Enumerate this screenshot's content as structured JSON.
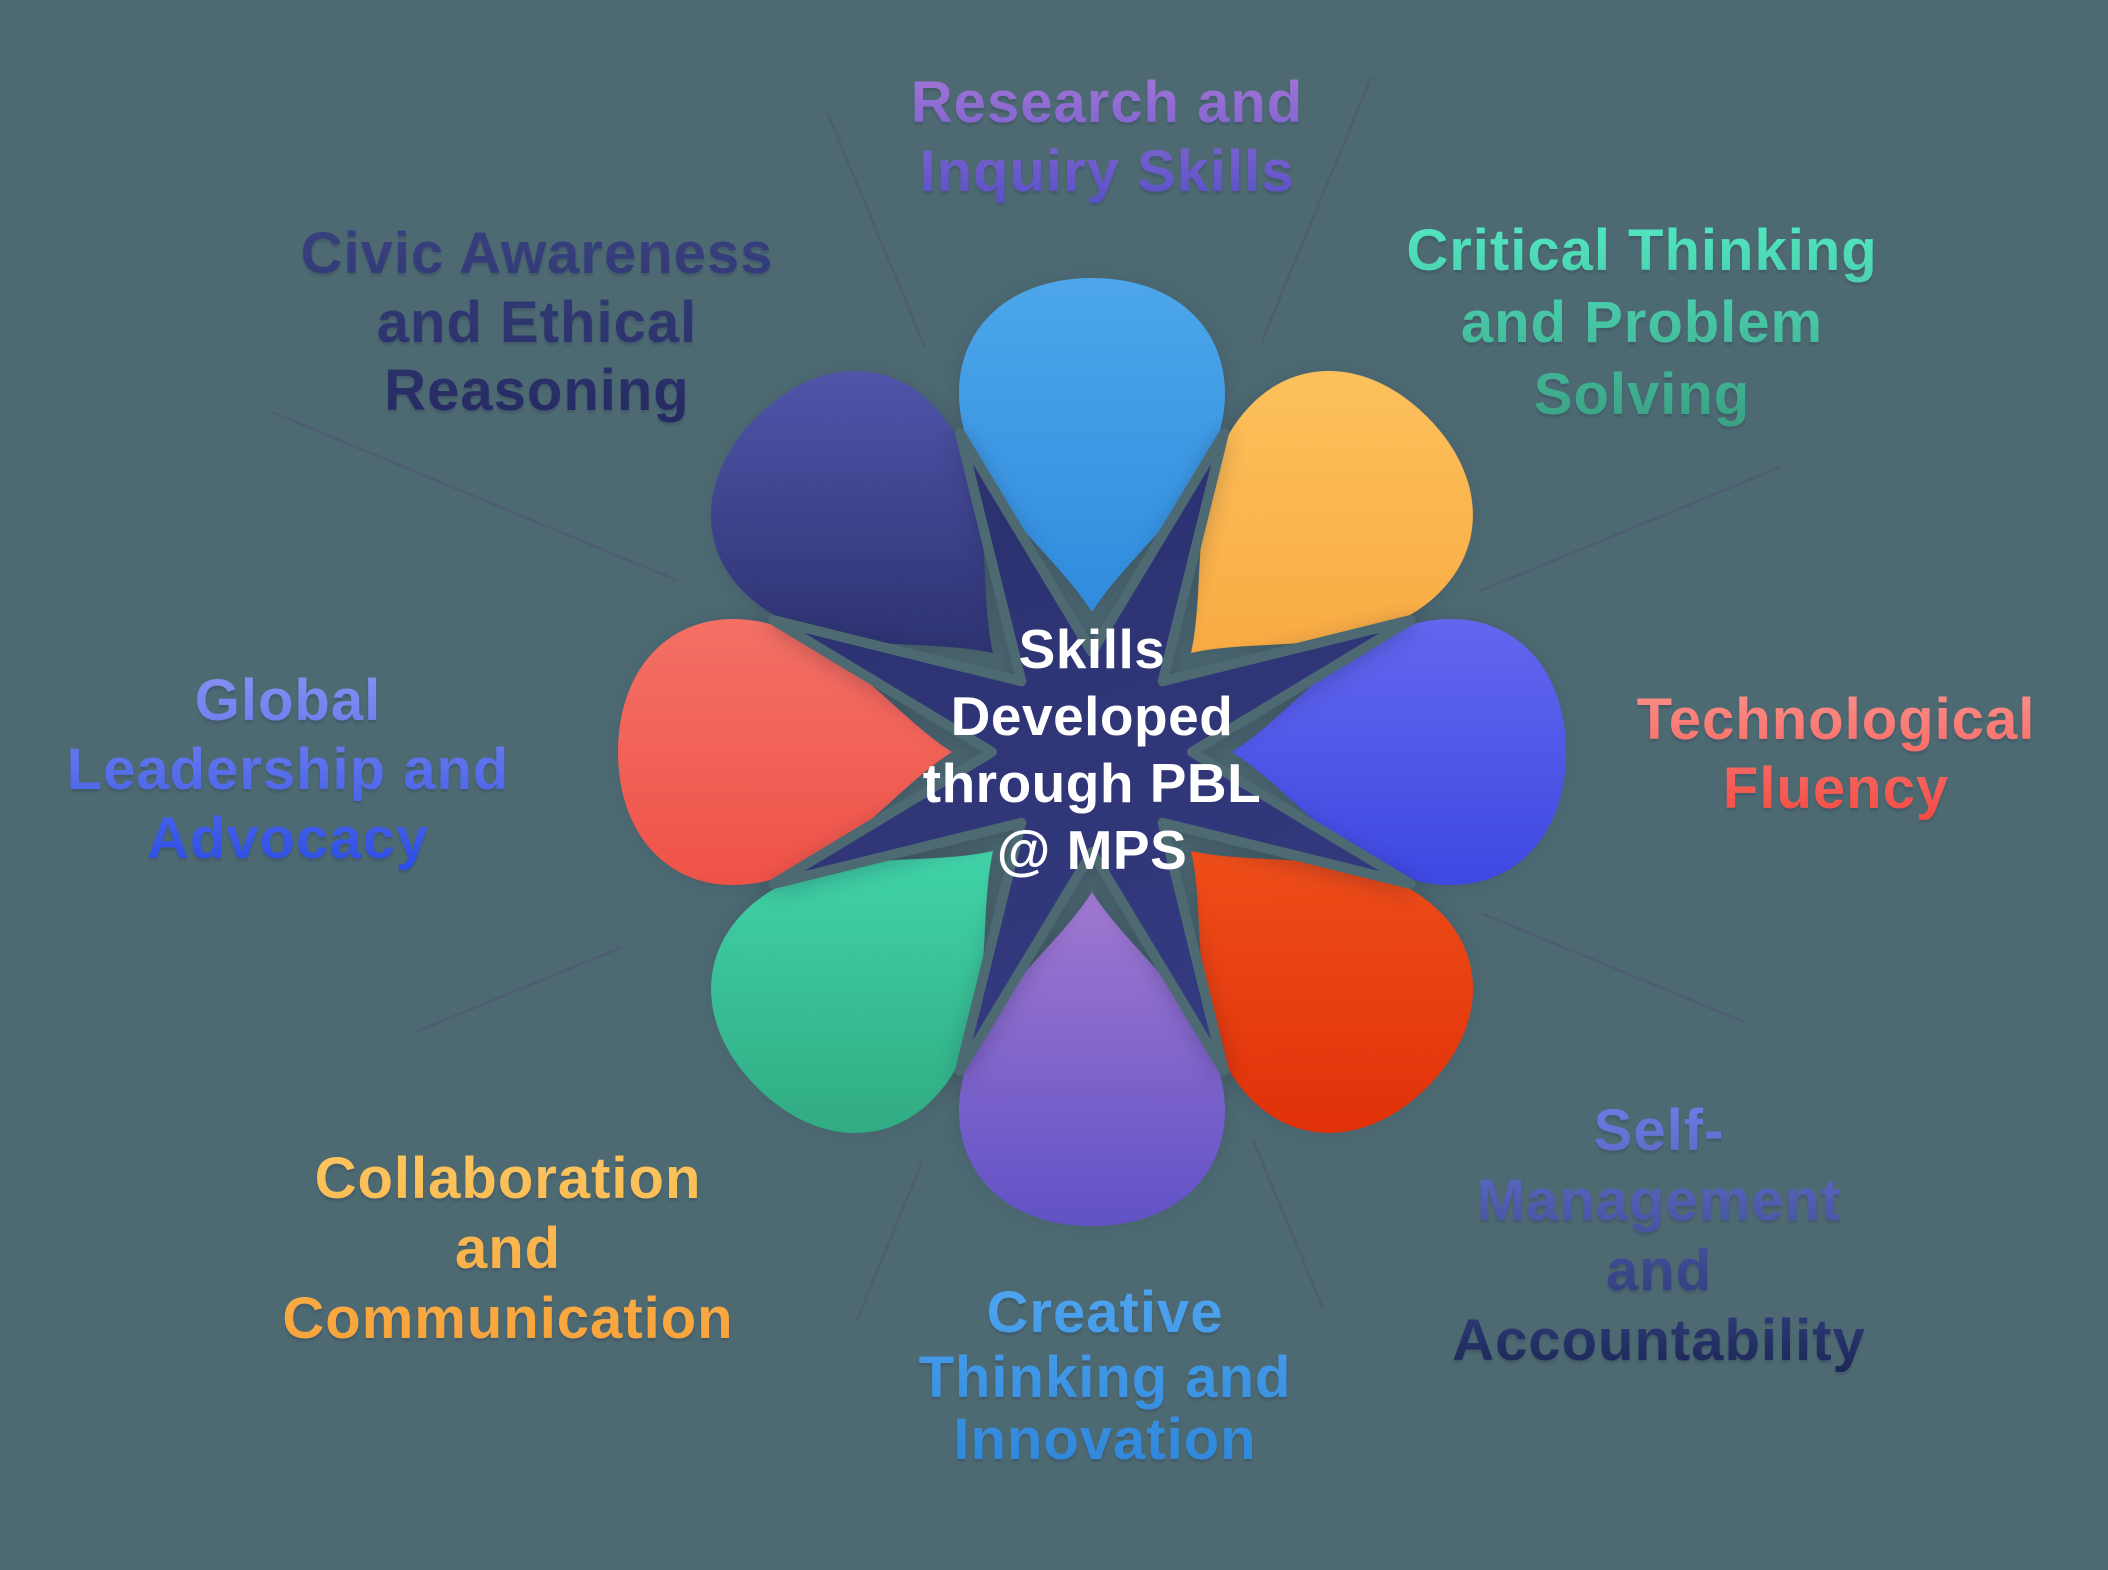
{
  "title": "Skills Developed through PBL @ MPS",
  "background_color": "#4D6A73",
  "connector_line_color": "#4E5D72",
  "center": {
    "lines": [
      "Skills",
      "Developed",
      "through PBL",
      "@ MPS"
    ],
    "text_color": "#FFFFFF",
    "star_color_start": "#2A2F6C",
    "star_color_end": "#333A7E"
  },
  "skills": [
    {
      "name": "Research and Inquiry Skills",
      "lines": [
        "Research and",
        "Inquiry Skills"
      ],
      "petal_direction": "north",
      "petal_colors": [
        "#4FA9EA",
        "#2E89DE"
      ],
      "label_colors": [
        "#A476D6",
        "#5750C8"
      ]
    },
    {
      "name": "Critical Thinking and Problem Solving",
      "lines": [
        "Critical Thinking",
        "and Problem",
        "Solving"
      ],
      "petal_direction": "northeast",
      "petal_colors": [
        "#FDC45F",
        "#F8A43C"
      ],
      "label_colors": [
        "#52E8C2",
        "#3BA184"
      ]
    },
    {
      "name": "Technological Fluency",
      "lines": [
        "Technological",
        "Fluency"
      ],
      "petal_direction": "east",
      "petal_colors": [
        "#6B6FF2",
        "#3540DE"
      ],
      "label_colors": [
        "#FC908A",
        "#F34B42"
      ]
    },
    {
      "name": "Self-Management and Accountability",
      "lines": [
        "Self-",
        "Management",
        "and",
        "Accountability"
      ],
      "petal_direction": "southeast",
      "petal_colors": [
        "#F2571F",
        "#DF2D07"
      ],
      "label_colors": [
        "#6F7EE9",
        "#1B2755"
      ]
    },
    {
      "name": "Creative Thinking and Innovation",
      "lines": [
        "Creative",
        "Thinking and",
        "Innovation"
      ],
      "petal_direction": "south",
      "petal_colors": [
        "#A77CD1",
        "#5A4EC5"
      ],
      "label_colors": [
        "#4FA5EF",
        "#2E86DB"
      ]
    },
    {
      "name": "Collaboration and Communication",
      "lines": [
        "Collaboration",
        "and",
        "Communication"
      ],
      "petal_direction": "southwest",
      "petal_colors": [
        "#45DFB3",
        "#2FA67E"
      ],
      "label_colors": [
        "#FDC760",
        "#F8A139"
      ]
    },
    {
      "name": "Global Leadership and Advocacy",
      "lines": [
        "Global",
        "Leadership and",
        "Advocacy"
      ],
      "petal_direction": "west",
      "petal_colors": [
        "#F5786D",
        "#EE4B40"
      ],
      "label_colors": [
        "#8792F2",
        "#2B4DE5"
      ]
    },
    {
      "name": "Civic Awareness and Ethical Reasoning",
      "lines": [
        "Civic Awareness",
        "and Ethical",
        "Reasoning"
      ],
      "petal_direction": "northwest",
      "petal_colors": [
        "#5559B2",
        "#23285F"
      ],
      "label_colors": [
        "#38417F",
        "#252B61"
      ]
    }
  ]
}
